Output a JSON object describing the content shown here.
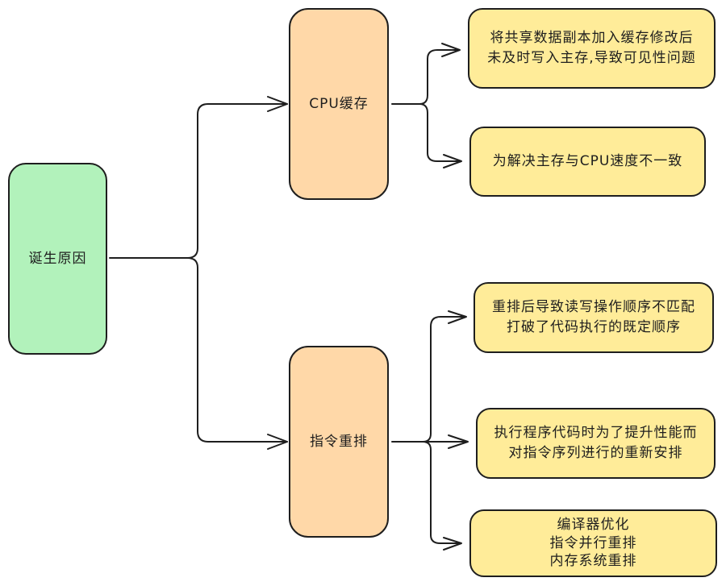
{
  "diagram": {
    "colors": {
      "root_fill": "#b2f2bb",
      "branch_fill": "#ffd8a8",
      "leaf_fill": "#ffec99",
      "stroke": "#1e1e1e"
    },
    "root": {
      "label": "诞生原因"
    },
    "branches": [
      {
        "label": "CPU缓存",
        "children": [
          {
            "label": "将共享数据副本加入缓存修改后\n未及时写入主存,导致可见性问题"
          },
          {
            "label": "为解决主存与CPU速度不一致"
          }
        ]
      },
      {
        "label": "指令重排",
        "children": [
          {
            "label": "重排后导致读写操作顺序不匹配\n打破了代码执行的既定顺序"
          },
          {
            "label": "执行程序代码时为了提升性能而\n对指令序列进行的重新安排"
          },
          {
            "label": "编译器优化\n指令并行重排\n内存系统重排"
          }
        ]
      }
    ]
  }
}
